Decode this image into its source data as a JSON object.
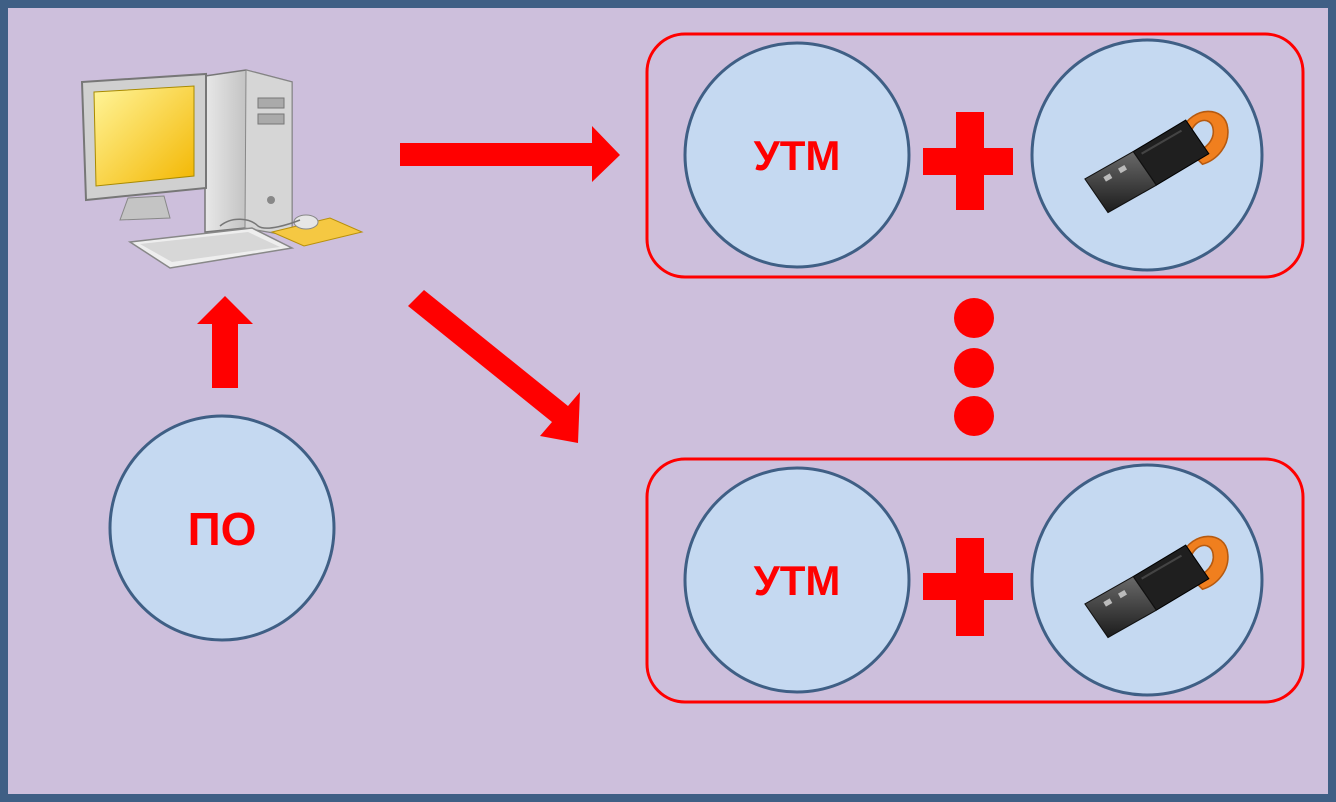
{
  "diagram": {
    "software_label": "ПО",
    "nodes": [
      {
        "utm_label": "УТМ",
        "token_icon": "usb-token-icon"
      },
      {
        "utm_label": "УТМ",
        "token_icon": "usb-token-icon"
      }
    ],
    "icons": {
      "computer": "desktop-computer-icon",
      "plus": "plus-icon",
      "ellipsis": "vertical-ellipsis-icon",
      "arrow": "arrow-icon"
    },
    "colors": {
      "background": "#cdbfdc",
      "border": "#3f5f85",
      "circle_fill": "#c5d9f1",
      "circle_stroke": "#3f5f85",
      "accent": "#ff0000",
      "token_orange": "#f07f1e"
    }
  }
}
